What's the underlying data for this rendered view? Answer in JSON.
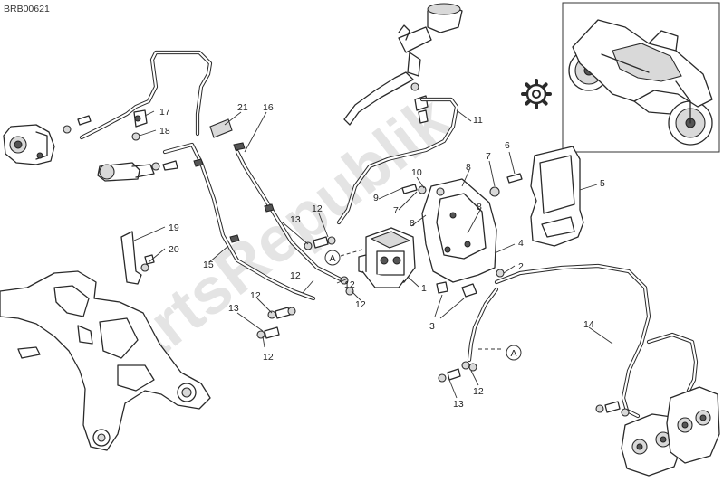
{
  "drawing_code": "BRB00621",
  "watermark": "PartsRepublik",
  "callouts": [
    "1",
    "2",
    "3",
    "4",
    "5",
    "6",
    "7",
    "8",
    "9",
    "10",
    "11",
    "12",
    "13",
    "14",
    "15",
    "16",
    "17",
    "18",
    "19",
    "20",
    "21"
  ],
  "connection_marker": "A",
  "inset": {
    "icon": "gear-icon"
  }
}
